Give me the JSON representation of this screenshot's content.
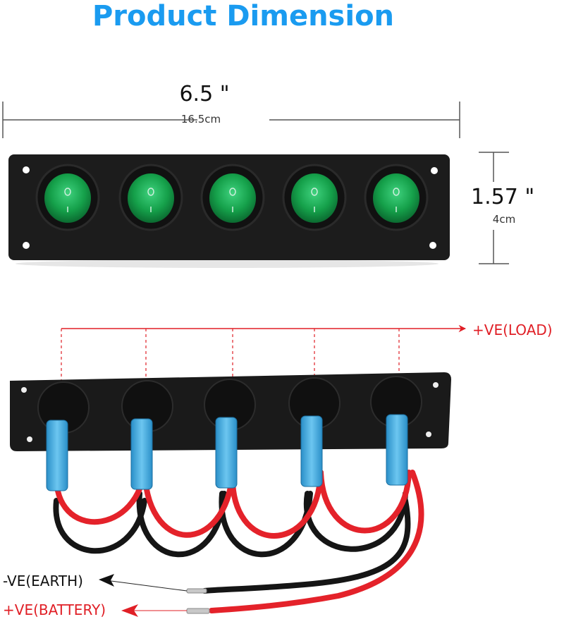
{
  "header": {
    "title": "Product Dimension"
  },
  "dimensions": {
    "width": {
      "inches": "6.5 \"",
      "cm": "16.5cm"
    },
    "height": {
      "inches": "1.57 \"",
      "cm": "4cm"
    }
  },
  "panel": {
    "switch_count": 5,
    "switch_color": "#1fae5a",
    "switch_symbols": {
      "off": "O",
      "on": "I"
    },
    "panel_color": "#1a1a1a"
  },
  "wiring": {
    "labels": {
      "load": "+VE(LOAD)",
      "earth": "-VE(EARTH)",
      "battery": "+VE(BATTERY)"
    },
    "colors": {
      "positive": "#e01f26",
      "negative": "#111111",
      "connector": "#3aa7e0"
    }
  }
}
